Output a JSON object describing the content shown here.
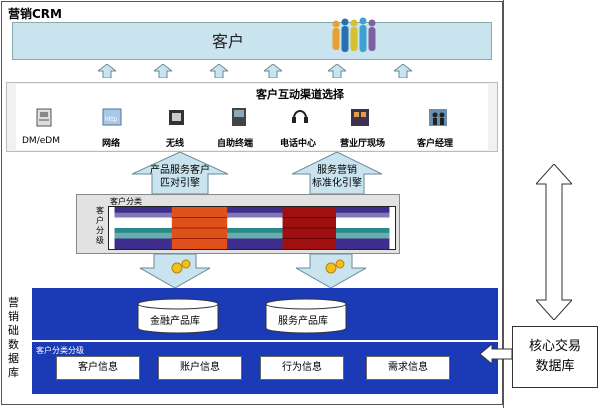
{
  "title": "营销CRM",
  "customer_label": "客户",
  "channel_title": "客户互动渠道选择",
  "channels": [
    {
      "label": "DM/eDM",
      "icon": "mail-icon"
    },
    {
      "label": "网络",
      "icon": "web-icon"
    },
    {
      "label": "无线",
      "icon": "mobile-icon"
    },
    {
      "label": "自助终端",
      "icon": "kiosk-icon"
    },
    {
      "label": "电话中心",
      "icon": "headset-icon"
    },
    {
      "label": "营业厅现场",
      "icon": "branch-icon"
    },
    {
      "label": "客户经理",
      "icon": "manager-icon"
    }
  ],
  "engines": {
    "left": {
      "line1": "产品服务客户",
      "line2": "匹对引擎"
    },
    "right": {
      "line1": "服务营销",
      "line2": "标准化引擎"
    }
  },
  "segmentation": {
    "title": "客户分类",
    "side_label": "客户分级"
  },
  "marketing_db": {
    "side_label": "营销础数据库",
    "databases": [
      "金融产品库",
      "服务产品库"
    ]
  },
  "customer_info": {
    "title": "客户分类分级",
    "items": [
      "客户信息",
      "账户信息",
      "行为信息",
      "需求信息"
    ]
  },
  "core_db": {
    "line1": "核心交易",
    "line2": "数据库"
  }
}
